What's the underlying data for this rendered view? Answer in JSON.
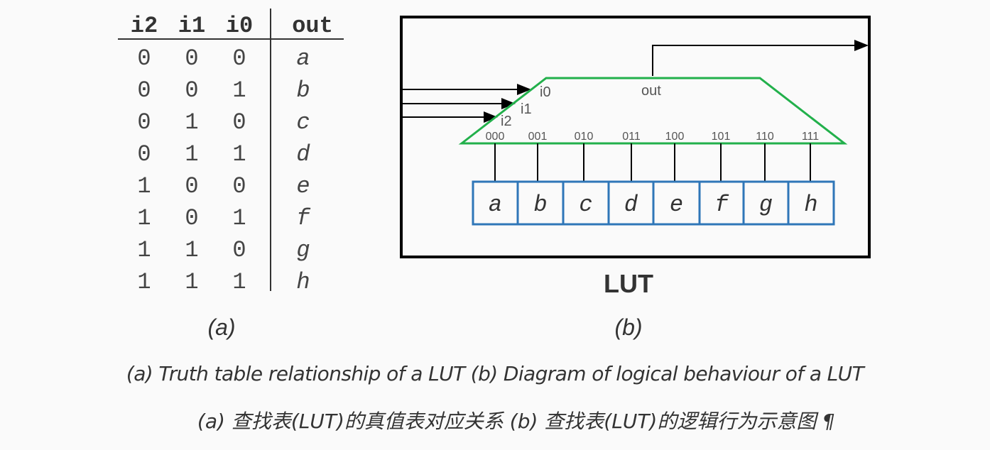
{
  "truth_table": {
    "headers": [
      "i2",
      "i1",
      "i0",
      "out"
    ],
    "rows": [
      [
        "0",
        "0",
        "0",
        "a"
      ],
      [
        "0",
        "0",
        "1",
        "b"
      ],
      [
        "0",
        "1",
        "0",
        "c"
      ],
      [
        "0",
        "1",
        "1",
        "d"
      ],
      [
        "1",
        "0",
        "0",
        "e"
      ],
      [
        "1",
        "0",
        "1",
        "f"
      ],
      [
        "1",
        "1",
        "0",
        "g"
      ],
      [
        "1",
        "1",
        "1",
        "h"
      ]
    ],
    "label": "(a)"
  },
  "lut_diagram": {
    "inputs": [
      "i0",
      "i1",
      "i2"
    ],
    "output_label": "out",
    "addresses": [
      "000",
      "001",
      "010",
      "011",
      "100",
      "101",
      "110",
      "111"
    ],
    "cells": [
      "a",
      "b",
      "c",
      "d",
      "e",
      "f",
      "g",
      "h"
    ],
    "title": "LUT",
    "label": "(b)",
    "colors": {
      "mux": "#22b04b",
      "cells": "#2f76b8",
      "frame": "#000000"
    }
  },
  "captions": {
    "english": "(a) Truth table relationship of a LUT (b) Diagram of logical behaviour of a LUT",
    "chinese": "(a) 查找表(LUT)的真值表对应关系 (b) 查找表(LUT)的逻辑行为示意图 ¶"
  }
}
